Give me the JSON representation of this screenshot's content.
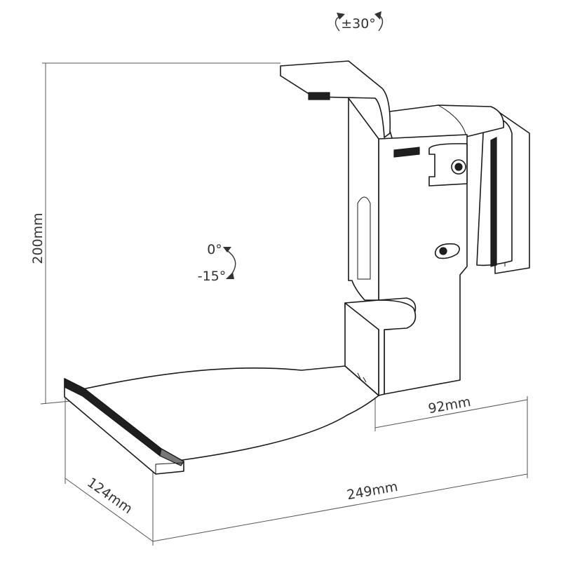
{
  "diagram": {
    "rotation_top_label": "±30°",
    "tilt_upper_label": "0°",
    "tilt_lower_label": "-15°",
    "dimensions": {
      "height": "200mm",
      "depth": "124mm",
      "width": "249mm",
      "back_depth": "92mm"
    }
  },
  "colors": {
    "line": "#1a1a1a",
    "text": "#333333",
    "dark_fill": "#1f1f1f"
  }
}
